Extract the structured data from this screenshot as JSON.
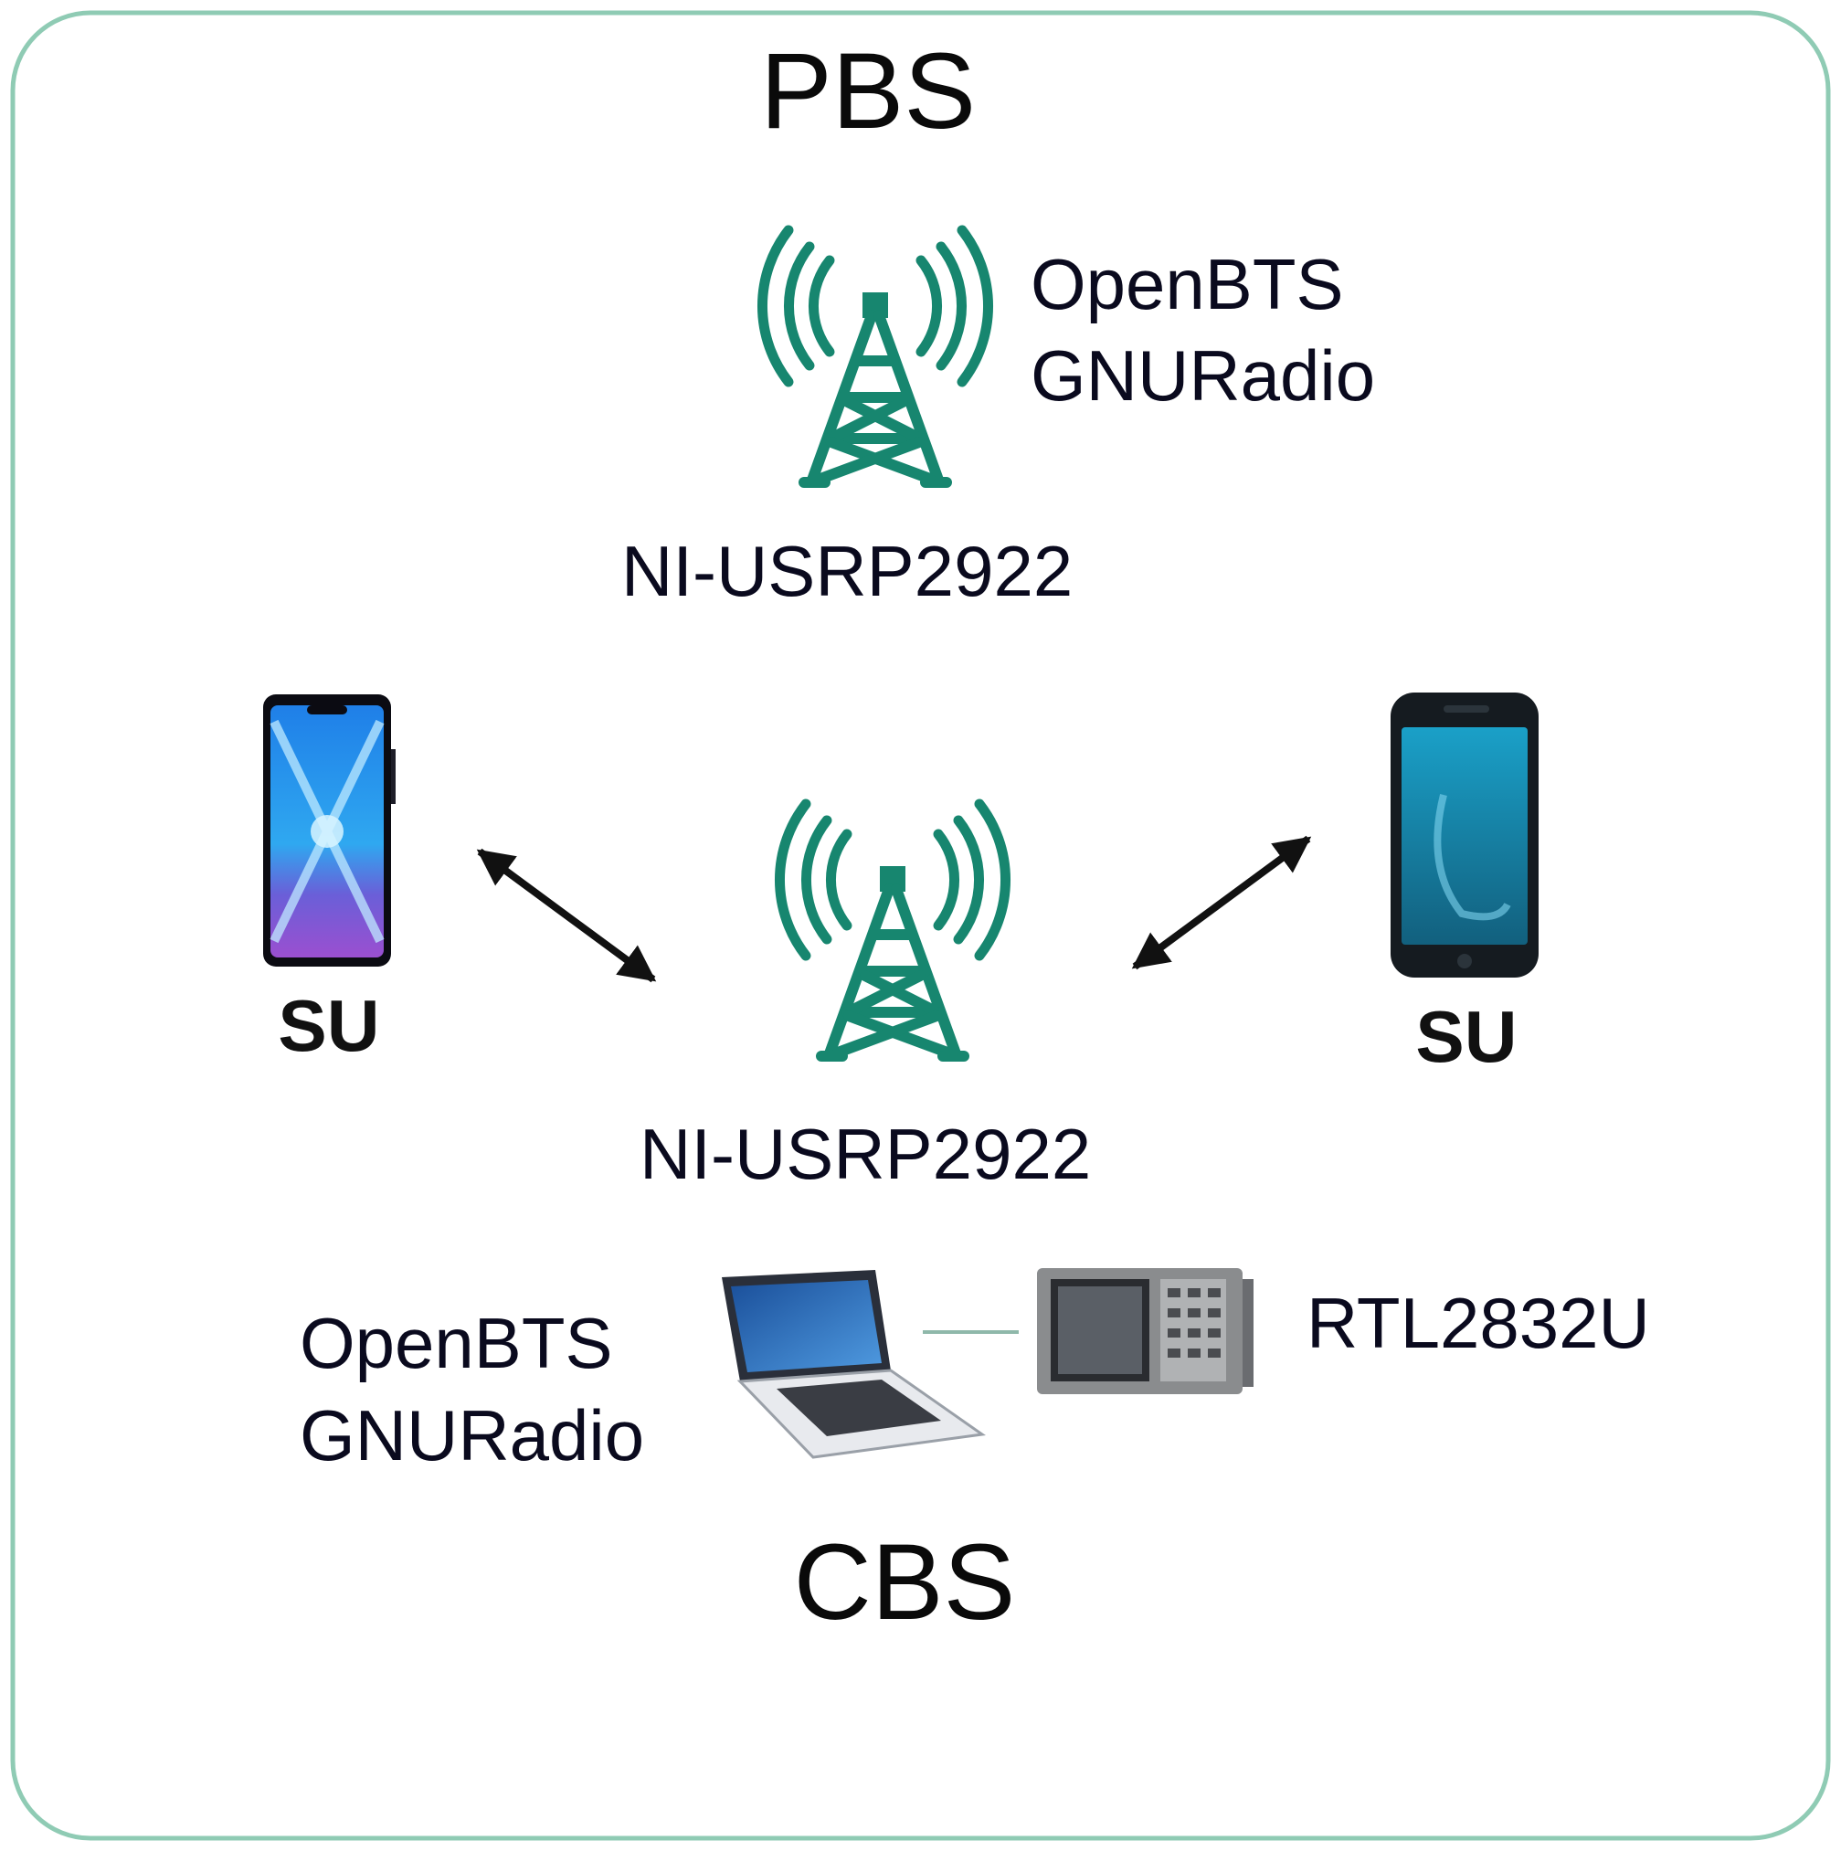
{
  "colors": {
    "frame": "#8fcbb4",
    "tower": "#17866f",
    "arrow": "#111111",
    "link": "#8fb8aa",
    "phone_left_screen": "#2a6fe0",
    "phone_right_screen": "#1c8fb4"
  },
  "pbs": {
    "title": "PBS",
    "software": [
      "OpenBTS",
      "GNURadio"
    ],
    "hardware": "NI-USRP2922",
    "icon": "radio-tower-icon"
  },
  "cbs": {
    "title": "CBS",
    "software": [
      "OpenBTS",
      "GNURadio"
    ],
    "hardware": "NI-USRP2922",
    "sdr": "RTL2832U",
    "icon": "radio-tower-icon"
  },
  "users": [
    {
      "label": "SU",
      "icon": "smartphone-icon"
    },
    {
      "label": "SU",
      "icon": "smartphone-icon"
    }
  ]
}
